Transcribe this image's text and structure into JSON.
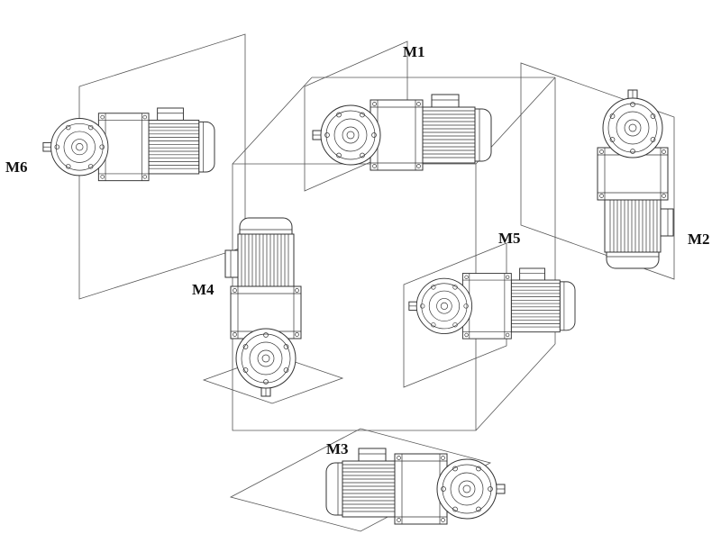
{
  "labels": {
    "m1": "M1",
    "m2": "M2",
    "m3": "M3",
    "m4": "M4",
    "m5": "M5",
    "m6": "M6"
  },
  "colors": {
    "line": "#333333",
    "construction_line": "#555555",
    "background": "#ffffff",
    "text": "#111111"
  }
}
